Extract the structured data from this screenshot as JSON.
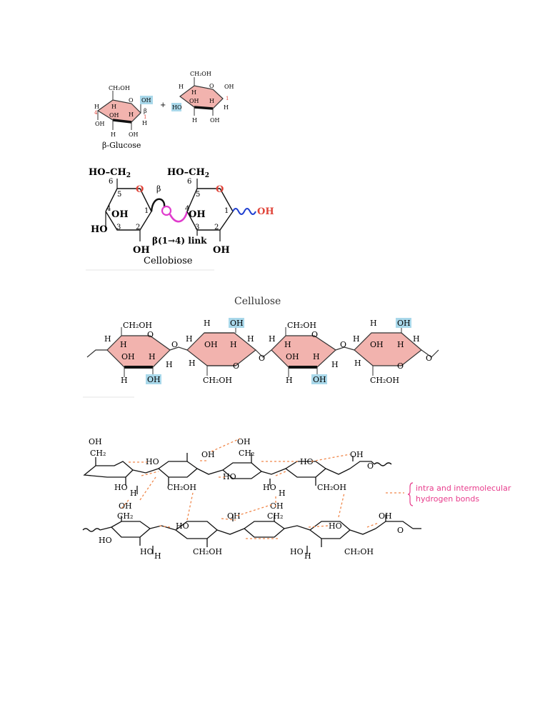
{
  "glucose_panel": {
    "label": "β-Glucose",
    "plus": "+",
    "mol1": {
      "ch2oh": "CH₂OH",
      "oh_top": "OH",
      "h_left": "H",
      "h_in1": "H",
      "ring_o": "O",
      "beta": "β",
      "num4": "4",
      "oh_in": "OH",
      "h_in2": "H",
      "num1": "1",
      "h_right": "H",
      "oh_left": "OH",
      "h_bot": "H",
      "oh_bot": "OH"
    },
    "mol2": {
      "ch2oh": "CH₂OH",
      "h_top": "H",
      "ring_o": "O",
      "oh_right": "OH",
      "h_in1": "H",
      "num1": "1",
      "ho": "HO",
      "oh_in": "OH",
      "h_in2": "H",
      "h_right": "H",
      "h_bot": "H",
      "oh_bot": "OH"
    }
  },
  "cellobiose_panel": {
    "label": "Cellobiose",
    "link_label": "β(1→4) link",
    "beta": "β",
    "left": {
      "hoch2": "HO–CH",
      "sub2": "2",
      "c6": "6",
      "c5": "5",
      "o": "O",
      "c4": "4",
      "oh": "OH",
      "c1": "1",
      "ho": "HO",
      "c3": "3",
      "c2": "2",
      "oh_bot": "OH"
    },
    "bridge_o": "O",
    "right": {
      "hoch2": "HO–CH",
      "sub2": "2",
      "c6": "6",
      "c5": "5",
      "o": "O",
      "c4": "4",
      "oh": "OH",
      "c1": "1",
      "end_oh": "OH",
      "c3": "3",
      "c2": "2",
      "oh_bot": "OH"
    }
  },
  "cellulose_panel": {
    "title": "Cellulose",
    "ring_labels": {
      "r1": {
        "top": "CH₂OH",
        "o": "O",
        "h1": "H",
        "h2": "H",
        "oh": "OH",
        "h3": "H",
        "h4": "H",
        "bot_h": "H",
        "bot_oh": "OH",
        "num1": ""
      },
      "r2": {
        "h_top": "H",
        "oh_top": "OH",
        "oh": "OH",
        "h1": "H",
        "h2": "H",
        "h3": "H",
        "h4": "H",
        "bot": "CH₂OH",
        "o": "O"
      },
      "r3": {
        "top": "CH₂OH",
        "o": "O",
        "h1": "H",
        "h2": "H",
        "oh": "OH",
        "h3": "H",
        "h4": "H",
        "bot_h": "H",
        "bot_oh": "OH"
      },
      "r4": {
        "h_top": "H",
        "oh_top": "OH",
        "oh": "OH",
        "h1": "H",
        "h2": "H",
        "h3": "H",
        "h4": "H",
        "bot": "CH₂OH",
        "o": "O"
      }
    },
    "link_o": "O"
  },
  "hbond_panel": {
    "legend": [
      "intra and intermolecular",
      "hydrogen bonds"
    ],
    "row1": {
      "oh1": "OH",
      "ch2_1": "CH₂",
      "ho1": "HO",
      "oh2": "OH",
      "oh3": "OH",
      "ch2_2": "CH₂",
      "ho2": "HO",
      "ho3": "HO",
      "oh4": "OH",
      "ho_b1": "HO",
      "h_b1": "H",
      "ch2oh_1": "CH₂OH",
      "ho_b2": "HO",
      "h_b2": "H",
      "ch2oh_2": "CH₂OH",
      "o": "O"
    },
    "row2": {
      "oh1": "OH",
      "ch2_1": "CH₂",
      "ho1": "HO",
      "oh2": "OH",
      "oh3": "OH",
      "ch2_2": "CH₂",
      "ho2": "HO",
      "oh4": "OH",
      "ho_b1": "HO",
      "h_b1": "H",
      "ch2oh_1": "CH₂OH",
      "ho_b2": "HO",
      "h_b2": "H",
      "ch2oh_2": "CH₂OH",
      "ho3": "HO",
      "o": "O"
    }
  },
  "colors": {
    "ring_fill": "#f2b3ae",
    "highlight": "#a9d8ea",
    "red_label": "#e0453a",
    "magenta": "#e03ccd",
    "blue": "#1f3fd0",
    "hbond": "#f0874a",
    "legend_pink": "#e83c8c"
  }
}
